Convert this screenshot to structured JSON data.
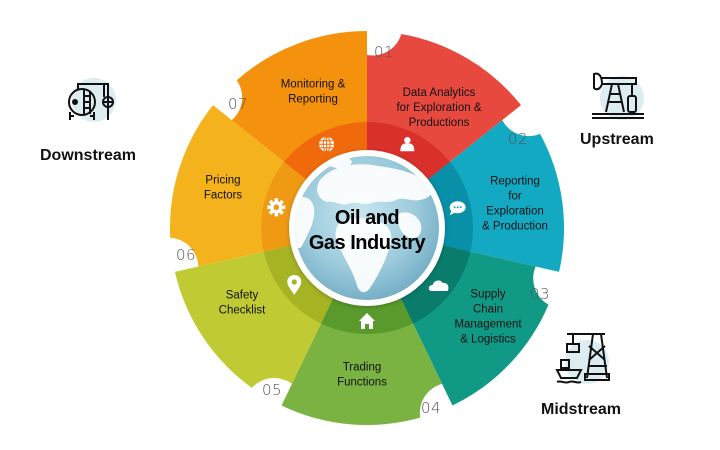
{
  "center": {
    "title_line1": "Oil and",
    "title_line2": "Gas Industry"
  },
  "segments": [
    {
      "number": "01",
      "lines": [
        "Data Analytics",
        "for Exploration &",
        "Productions"
      ],
      "icon": "user-icon",
      "color": "#e8493f",
      "band_color": "#d9302b"
    },
    {
      "number": "02",
      "lines": [
        "Reporting",
        "for",
        "Exploration",
        "& Production"
      ],
      "icon": "chat-bubble-icon",
      "color": "#13a9c3",
      "band_color": "#0a8fa8"
    },
    {
      "number": "03",
      "lines": [
        "Supply",
        "Chain",
        "Management",
        "& Logistics"
      ],
      "icon": "cloud-icon",
      "color": "#109a86",
      "band_color": "#0a7c6b"
    },
    {
      "number": "04",
      "lines": [
        "Trading",
        "Functions"
      ],
      "icon": "home-icon",
      "color": "#7bb342",
      "band_color": "#5a9a2c"
    },
    {
      "number": "05",
      "lines": [
        "Safety",
        "Checklist"
      ],
      "icon": "map-pin-icon",
      "color": "#c0ca33",
      "band_color": "#a6b322"
    },
    {
      "number": "06",
      "lines": [
        "Pricing",
        "Factors"
      ],
      "icon": "gear-icon",
      "color": "#f4b21c",
      "band_color": "#f09a14"
    },
    {
      "number": "07",
      "lines": [
        "Monitoring &",
        "Reporting"
      ],
      "icon": "globe-grid-icon",
      "color": "#f5920d",
      "band_color": "#f06a0c"
    }
  ],
  "sectors": {
    "downstream": {
      "label": "Downstream",
      "icon": "refinery-tank-icon"
    },
    "upstream": {
      "label": "Upstream",
      "icon": "oil-pump-jack-icon"
    },
    "midstream": {
      "label": "Midstream",
      "icon": "offshore-rig-ship-icon"
    }
  },
  "colors": {
    "globe_ocean": "#9ccbdc",
    "globe_land": "#ffffff",
    "icon_circle": "#dcecf1"
  }
}
